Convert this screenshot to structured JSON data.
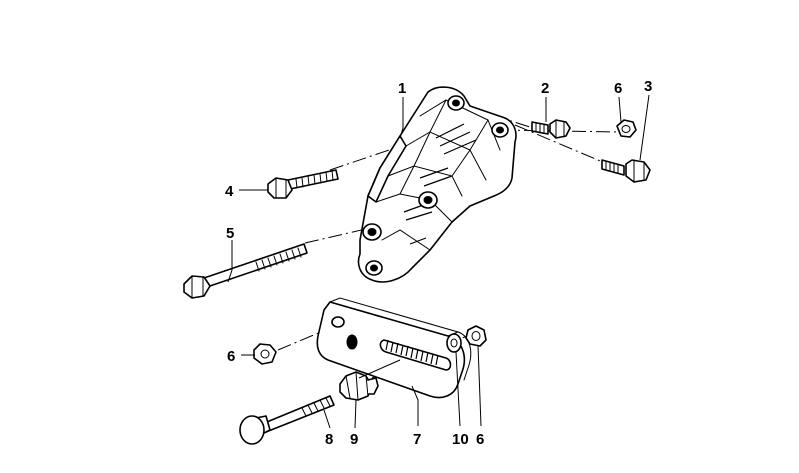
{
  "callouts": {
    "c1": "1",
    "c2": "2",
    "c3": "3",
    "c4": "4",
    "c5": "5",
    "c6a": "6",
    "c6b": "6",
    "c6c": "6",
    "c7": "7",
    "c8": "8",
    "c9": "9",
    "c10": "10"
  },
  "parts": [
    {
      "ref": "1",
      "icon": "mounting-bracket"
    },
    {
      "ref": "2",
      "icon": "hex-bolt"
    },
    {
      "ref": "3",
      "icon": "hex-bolt"
    },
    {
      "ref": "4",
      "icon": "hex-bolt"
    },
    {
      "ref": "5",
      "icon": "long-hex-bolt"
    },
    {
      "ref": "6",
      "icon": "hex-nut"
    },
    {
      "ref": "7",
      "icon": "slotted-tension-strap"
    },
    {
      "ref": "8",
      "icon": "carriage-bolt"
    },
    {
      "ref": "9",
      "icon": "adjusting-gear"
    },
    {
      "ref": "10",
      "icon": "washer"
    }
  ]
}
